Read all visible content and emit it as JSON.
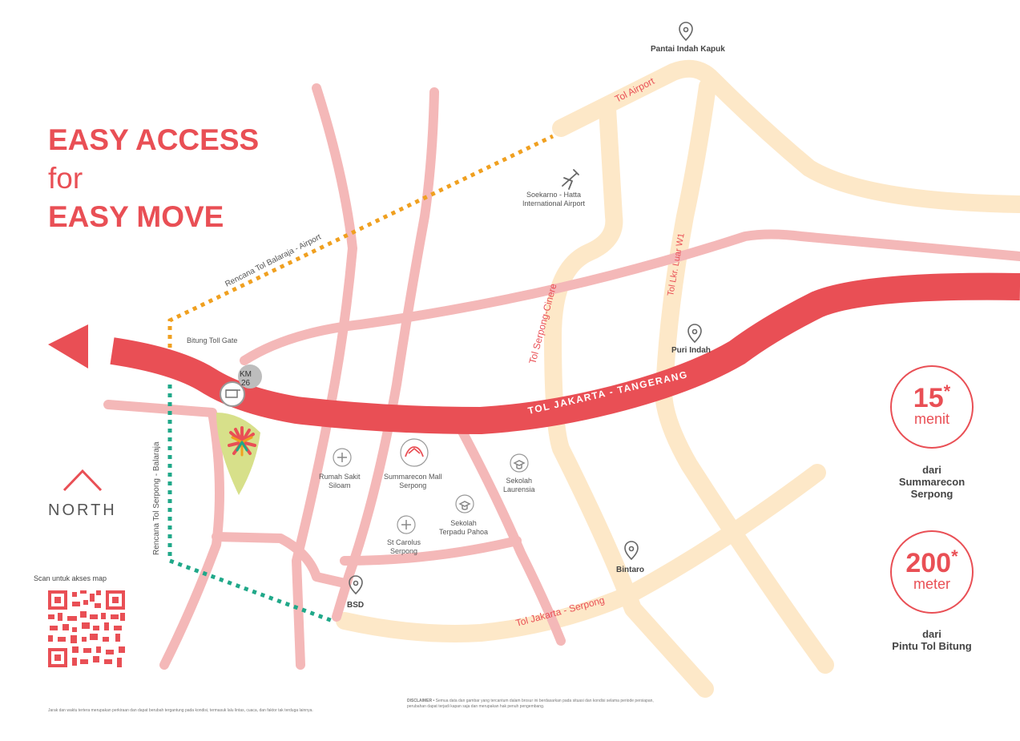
{
  "title": {
    "line1": "EASY ACCESS",
    "line2": "for",
    "line3": "EASY MOVE"
  },
  "colors": {
    "accent": "#e94f55",
    "toll_main": "#e94f55",
    "road_pink": "#f4b8b8",
    "road_cream": "#fde8c8",
    "planned_airport": "#f0a020",
    "planned_serpong": "#20a889",
    "site_green": "#d7e08a"
  },
  "north": {
    "label": "NORTH",
    "icon": "north-arrow-icon"
  },
  "roads": {
    "tol_jakarta_tangerang": "TOL JAKARTA - TANGERANG",
    "tol_airport": "Tol Airport",
    "tol_serpong_cinere": "Tol Serpong-Cinere",
    "tol_lkr_luar_w1": "Tol Lkr. Luar W1",
    "tol_jakarta_serpong": "Tol Jakarta - Serpong",
    "rencana_balaraja_airport": "Rencana Tol Balaraja - Airport",
    "rencana_serpong_balaraja": "Rencana Tol Serpong - Balaraja"
  },
  "places": {
    "pantai_indah_kapuk": "Pantai Indah Kapuk",
    "airport": "Soekarno - Hatta\nInternational Airport",
    "puri_indah": "Puri Indah",
    "bitung_toll_gate": "Bitung Toll Gate",
    "km": "KM\n26",
    "rumah_sakit": "Rumah Sakit\nSiloam",
    "summarecon_mall": "Summarecon Mall\nSerpong",
    "sekolah_laurensia": "Sekolah\nLaurensia",
    "sekolah_pahoa": "Sekolah\nTerpadu Pahoa",
    "st_carolus": "St Carolus\nSerpong",
    "bintaro": "Bintaro",
    "bsd": "BSD"
  },
  "stats": [
    {
      "value": "15",
      "mark": "*",
      "unit": "menit",
      "from": "dari\nSummarecon\nSerpong"
    },
    {
      "value": "200",
      "mark": "*",
      "unit": "meter",
      "from": "dari\nPintu Tol Bitung"
    }
  ],
  "qr": {
    "caption": "Scan untuk akses map"
  },
  "footer": {
    "note": "Jarak dan waktu tertera merupakan perkiraan dan dapat berubah tergantung pada kondisi, termasuk lalu lintas, cuaca, dan faktor tak terduga lainnya.",
    "disclaimer_label": "DISCLAIMER •",
    "disclaimer_text": "Semua data dan gambar yang tercantum dalam brosur ini berdasarkan pada situasi dan kondisi selama periode persiapan, perubahan dapat terjadi kapan saja dan merupakan hak penuh pengembang."
  }
}
